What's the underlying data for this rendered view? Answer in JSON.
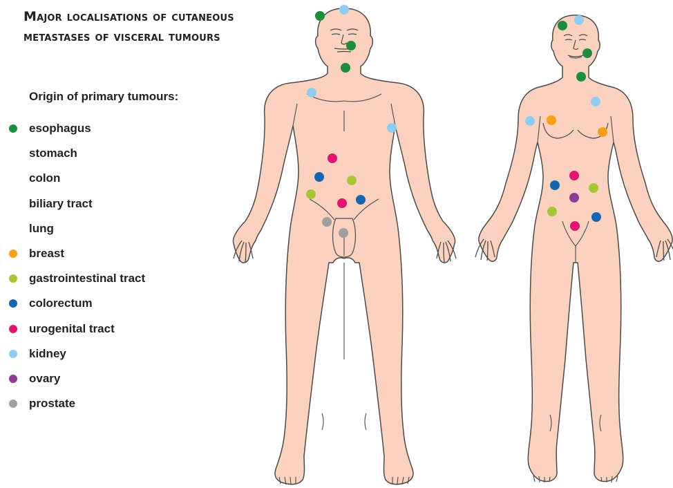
{
  "title": {
    "line1": "Major localisations of cutaneous",
    "line2": "metastases of visceral tumours"
  },
  "legend": {
    "heading": "Origin of primary tumours:",
    "items": [
      {
        "label": "esophagus",
        "color": "#1e8c3c"
      },
      {
        "label": "stomach",
        "color": "none"
      },
      {
        "label": "colon",
        "color": "none"
      },
      {
        "label": "biliary tract",
        "color": "none"
      },
      {
        "label": "lung",
        "color": "none"
      },
      {
        "label": "breast",
        "color": "#f5a118"
      },
      {
        "label": "gastrointestinal tract",
        "color": "#a6c733"
      },
      {
        "label": "colorectum",
        "color": "#1565b0"
      },
      {
        "label": "urogenital tract",
        "color": "#e2156e"
      },
      {
        "label": "kidney",
        "color": "#8fcdf0"
      },
      {
        "label": "ovary",
        "color": "#8b3d93"
      },
      {
        "label": "prostate",
        "color": "#a0a0a0"
      }
    ]
  },
  "colors": {
    "skin": "#fbd2bf",
    "outline": "#4a4a4a",
    "esophagus": "#1e8c3c",
    "breast": "#f5a118",
    "gastrointestinal": "#a6c733",
    "colorectum": "#1565b0",
    "urogenital": "#e2156e",
    "kidney": "#8fcdf0",
    "ovary": "#8b3d93",
    "prostate": "#a0a0a0"
  }
}
